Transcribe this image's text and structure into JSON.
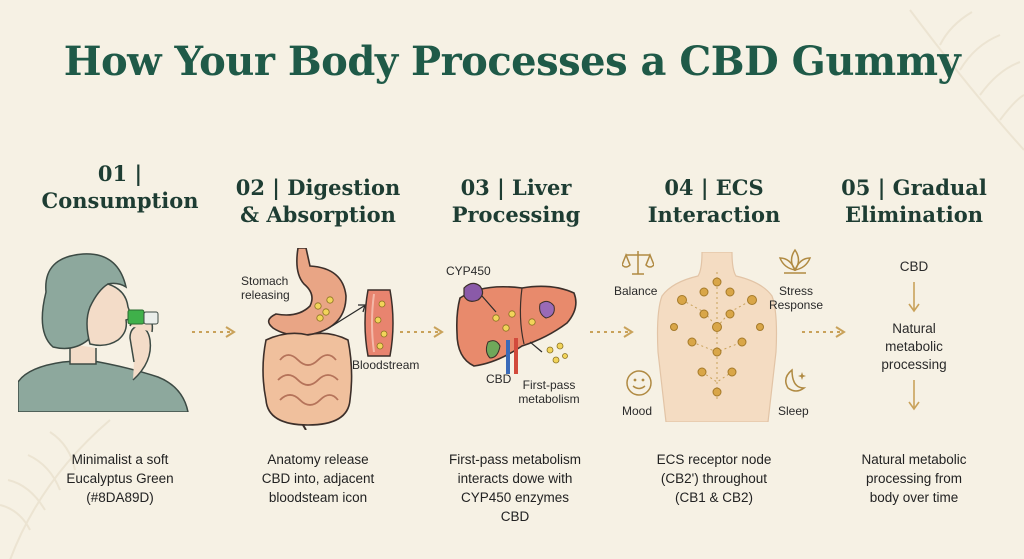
{
  "title": "How Your Body Processes a CBD Gummy",
  "steps": [
    {
      "title_line1": "01 |",
      "title_line2": "Consumption",
      "caption_line1": "Minimalist a soft",
      "caption_line2": "Eucalyptus Green",
      "caption_line3": "(#8DA89D)"
    },
    {
      "title_line1": "02 | Digestion",
      "title_line2": "& Absorption",
      "label_stomach_1": "Stomach",
      "label_stomach_2": "releasing",
      "label_bloodstream": "Bloodstream",
      "caption_line1": "Anatomy release",
      "caption_line2": "CBD into, adjacent",
      "caption_line3": "bloodsteam icon"
    },
    {
      "title_line1": "03 | Liver",
      "title_line2": "Processing",
      "label_cyp": "CYP450",
      "label_cbd": "CBD",
      "label_fp_1": "First-pass",
      "label_fp_2": "metabolism",
      "caption_line1": "First-pass metabolism",
      "caption_line2": "interacts dowe with",
      "caption_line3": "CYP450 enzymes",
      "caption_line4": "CBD"
    },
    {
      "title_line1": "04 | ECS",
      "title_line2": "Interaction",
      "label_balance": "Balance",
      "label_stress_1": "Stress",
      "label_stress_2": "Response",
      "label_mood": "Mood",
      "label_sleep": "Sleep",
      "caption_line1": "ECS receptor node",
      "caption_line2": "(CB2') throughout",
      "caption_line3": "(CB1 & CB2)"
    },
    {
      "title_line1": "05 | Gradual",
      "title_line2": "Elimination",
      "flow_1": "CBD",
      "flow_2_line1": "Natural",
      "flow_2_line2": "metabolic",
      "flow_2_line3": "processing",
      "caption_line1": "Natural metabolic",
      "caption_line2": "processing from",
      "caption_line3": "body over time"
    }
  ],
  "colors": {
    "background": "#f6f1e4",
    "title": "#1f5a48",
    "eucalyptus": "#8DA89D",
    "gold": "#c9a25a",
    "organ": "#e9a585"
  },
  "icons": [
    "person-eating-icon",
    "stomach-icon",
    "intestine-icon",
    "bloodstream-icon",
    "liver-icon",
    "torso-icon",
    "balance-scale-icon",
    "lotus-icon",
    "smiley-icon",
    "moon-stars-icon"
  ]
}
